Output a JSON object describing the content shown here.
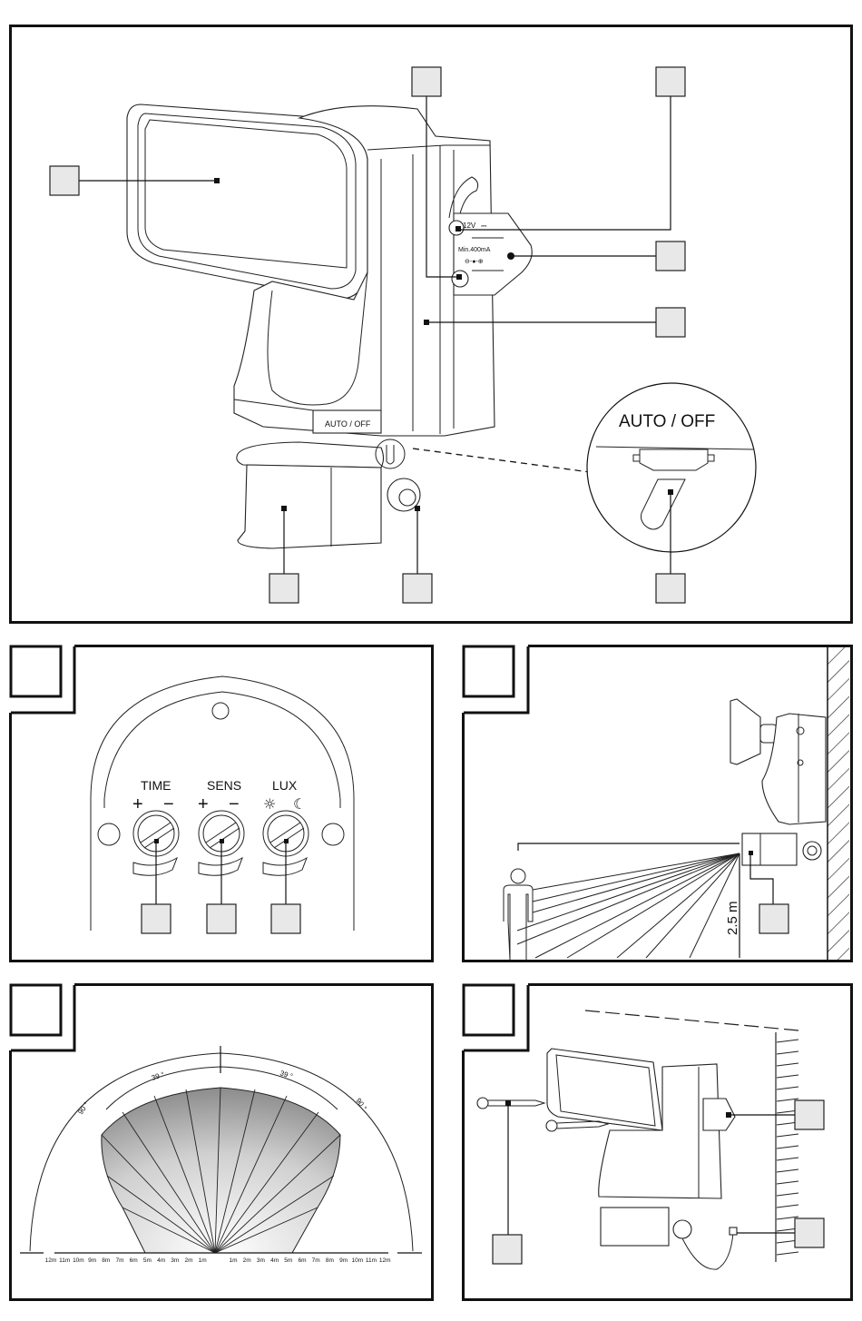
{
  "figure_main": {
    "device_labels": {
      "auto_off_on_housing": "AUTO / OFF",
      "voltage": "12V",
      "min_current": "Min.400mA",
      "polarity": "⊖-●-⊕"
    },
    "zoom_inset": {
      "title": "AUTO / OFF"
    }
  },
  "figure_controls": {
    "knobs": [
      {
        "name": "TIME",
        "left_symbol": "+",
        "right_symbol": "−"
      },
      {
        "name": "SENS",
        "left_symbol": "+",
        "right_symbol": "−"
      },
      {
        "name": "LUX",
        "left_symbol": "☼",
        "right_symbol": "☾"
      }
    ]
  },
  "figure_mounting_height": {
    "height_label": "2.5 m"
  },
  "figure_detection_range": {
    "angle_outer_left": "90 °",
    "angle_outer_right": "90 °",
    "angle_inner_left": "39 °",
    "angle_inner_right": "39 °",
    "distance_ticks_left": [
      "12m",
      "11m",
      "10m",
      "9m",
      "8m",
      "7m",
      "6m",
      "5m",
      "4m",
      "3m",
      "2m",
      "1m"
    ],
    "distance_ticks_right": [
      "1m",
      "2m",
      "3m",
      "4m",
      "5m",
      "6m",
      "7m",
      "8m",
      "9m",
      "10m",
      "11m",
      "12m"
    ]
  },
  "figure_installation": {}
}
